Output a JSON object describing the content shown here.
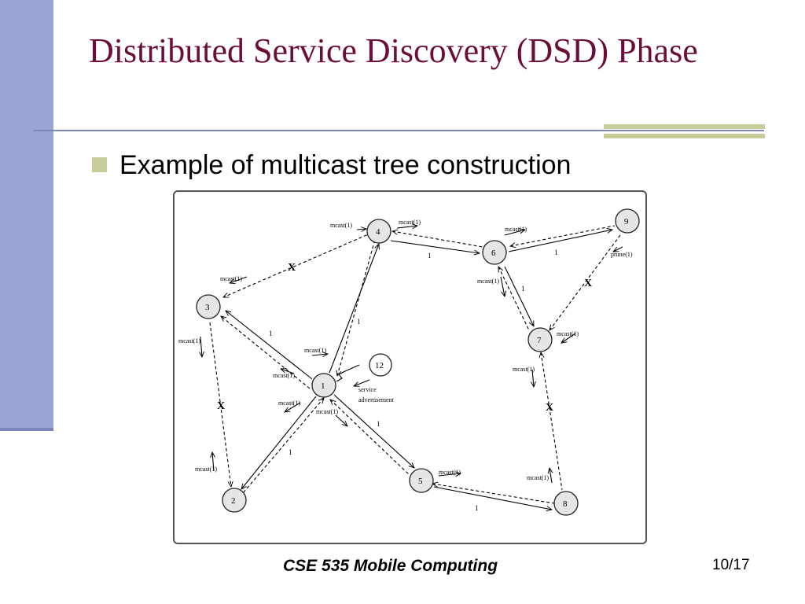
{
  "slide": {
    "title": "Distributed Service Discovery (DSD) Phase",
    "bullet": "Example of multicast tree construction",
    "footer": "CSE 535 Mobile Computing",
    "page_number": "10/17"
  },
  "diagram": {
    "nodes": [
      {
        "id": "1",
        "label": "1"
      },
      {
        "id": "2",
        "label": "2"
      },
      {
        "id": "3",
        "label": "3"
      },
      {
        "id": "4",
        "label": "4"
      },
      {
        "id": "5",
        "label": "5"
      },
      {
        "id": "6",
        "label": "6"
      },
      {
        "id": "7",
        "label": "7"
      },
      {
        "id": "8",
        "label": "8"
      },
      {
        "id": "9",
        "label": "9"
      },
      {
        "id": "12",
        "label": "12"
      }
    ],
    "labels": {
      "mcast": "mcast(1)",
      "prune": "prune(1)",
      "hop": "1",
      "blocked": "X",
      "service_advertisement": [
        "service",
        "advertisement"
      ]
    },
    "colors": {
      "title": "#6b0f3a",
      "sidebar": "#9aa5d4",
      "accent": "#c8cc9a"
    }
  }
}
